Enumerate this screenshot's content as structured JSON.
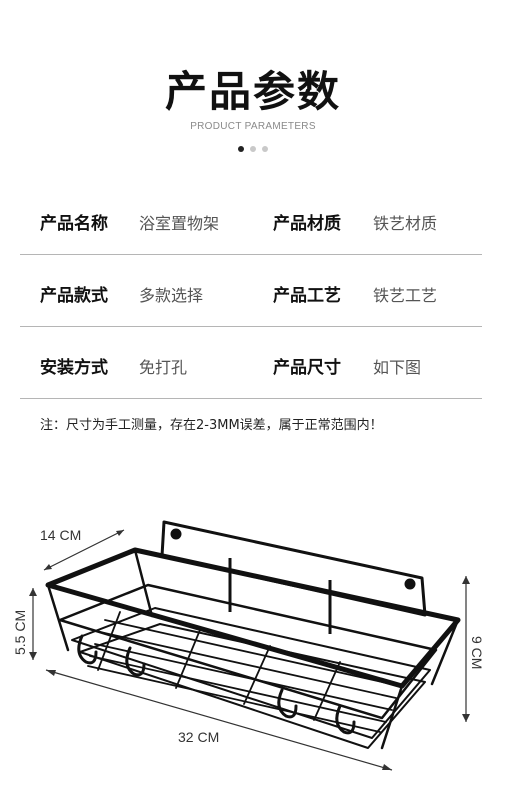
{
  "header": {
    "title": "产品参数",
    "subtitle": "PRODUCT PARAMETERS"
  },
  "params": [
    {
      "label1": "产品名称",
      "value1": "浴室置物架",
      "label2": "产品材质",
      "value2": "铁艺材质"
    },
    {
      "label1": "产品款式",
      "value1": "多款选择",
      "label2": "产品工艺",
      "value2": "铁艺工艺"
    },
    {
      "label1": "安装方式",
      "value1": "免打孔",
      "label2": "产品尺寸",
      "value2": "如下图"
    }
  ],
  "note": "注：尺寸为手工测量，存在2-3MM误差，属于正常范围内！",
  "dimensions": {
    "depth": "14 CM",
    "front_height": "5.5 CM",
    "length": "32 CM",
    "back_height": "9 CM"
  }
}
